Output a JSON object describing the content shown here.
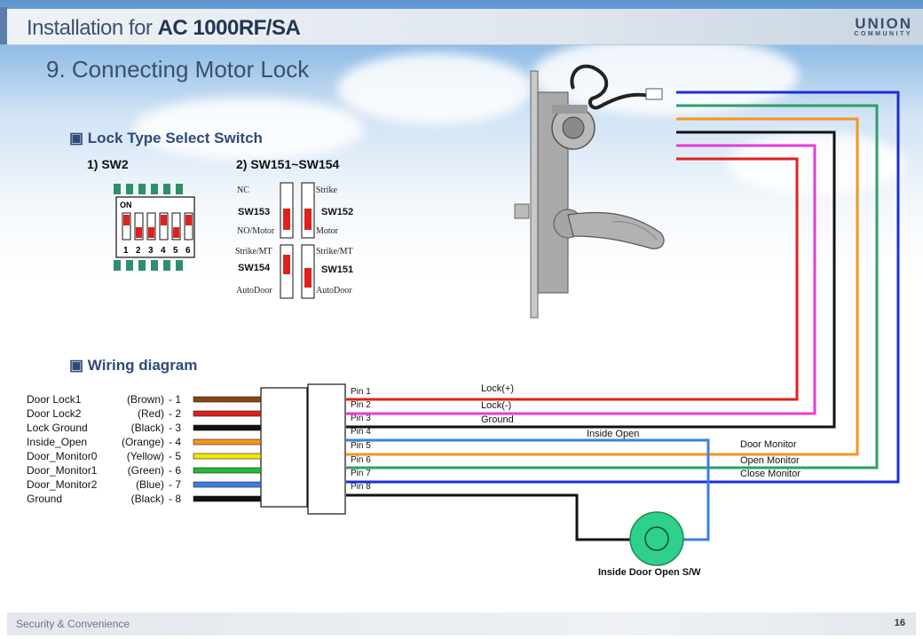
{
  "header": {
    "title_prefix": "Installation for ",
    "title_model": "AC 1000RF/SA",
    "logo_top": "UNION",
    "logo_bottom": "COMMUNITY"
  },
  "page_title": "9. Connecting Motor Lock",
  "lock_type": {
    "heading": "Lock Type Select Switch",
    "sw2": {
      "label": "1) SW2",
      "on_label": "ON",
      "numbers": [
        "1",
        "2",
        "3",
        "4",
        "5",
        "6"
      ],
      "on_positions": [
        true,
        false,
        false,
        true,
        false,
        true
      ]
    },
    "sw151": {
      "label": "2) SW151~SW154",
      "sw153": {
        "name": "SW153",
        "top": "NC",
        "bottom": "NO/Motor"
      },
      "sw152": {
        "name": "SW152",
        "top": "Strike",
        "bottom": "Motor"
      },
      "sw154": {
        "name": "SW154",
        "top": "Strike/MT",
        "bottom": "AutoDoor"
      },
      "sw151": {
        "name": "SW151",
        "top": "Strike/MT",
        "bottom": "AutoDoor"
      }
    }
  },
  "wiring": {
    "heading": "Wiring diagram",
    "wires": [
      {
        "name": "Door Lock1",
        "color": "(Brown)",
        "num": "- 1",
        "hex": "#8b4513"
      },
      {
        "name": "Door Lock2",
        "color": "(Red)",
        "num": "- 2",
        "hex": "#e0201c"
      },
      {
        "name": "Lock Ground",
        "color": "(Black)",
        "num": "- 3",
        "hex": "#111111"
      },
      {
        "name": "Inside_Open",
        "color": "(Orange)",
        "num": "- 4",
        "hex": "#f7931e"
      },
      {
        "name": "Door_Monitor0",
        "color": "(Yellow)",
        "num": "- 5",
        "hex": "#f5e600"
      },
      {
        "name": "Door_Monitor1",
        "color": "(Green)",
        "num": "- 6",
        "hex": "#22bb33"
      },
      {
        "name": "Door_Monitor2",
        "color": "(Blue)",
        "num": "- 7",
        "hex": "#3a7fe0"
      },
      {
        "name": "Ground",
        "color": "(Black)",
        "num": "- 8",
        "hex": "#111111"
      }
    ],
    "pins": [
      "Pin 1",
      "Pin 2",
      "Pin 3",
      "Pin 4",
      "Pin 5",
      "Pin 6",
      "Pin 7",
      "Pin 8"
    ],
    "signals": {
      "lock_plus": "Lock(+)",
      "lock_minus": "Lock(-)",
      "ground": "Ground",
      "inside_open": "Inside Open",
      "door_monitor": "Door Monitor",
      "open_monitor": "Open Monitor",
      "close_monitor": "Close Monitor"
    },
    "switch_label": "Inside Door Open S/W"
  },
  "footer": {
    "text": "Security & Convenience",
    "page": "16"
  },
  "colors": {
    "red": "#e0201c",
    "magenta": "#e83ad6",
    "black": "#111111",
    "orange": "#f7931e",
    "green": "#2e9e6a",
    "blue": "#1b2fd8",
    "switch": "#2fcf8c"
  }
}
